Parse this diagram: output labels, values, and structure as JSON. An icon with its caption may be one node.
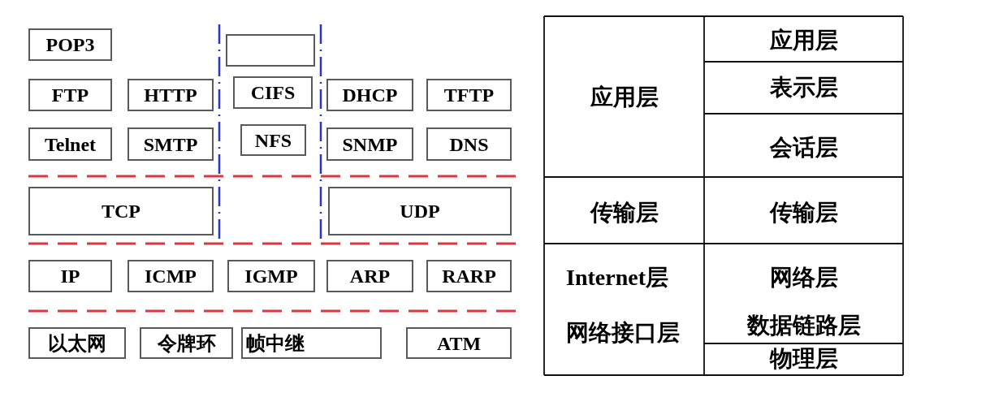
{
  "diagram": {
    "nodes": [
      {
        "text": [
          "POP3"
        ]
      },
      {
        "text": [],
        "shape": "box"
      },
      {
        "text": [
          "FTP"
        ]
      },
      {
        "text": [
          "HTTP"
        ]
      },
      {
        "text": [
          "CIFS"
        ]
      },
      {
        "text": [
          "DHCP"
        ]
      },
      {
        "text": [
          "TFTP"
        ]
      },
      {
        "text": [
          "Telnet"
        ]
      },
      {
        "text": [
          "SMTP"
        ]
      },
      {
        "text": [
          "NFS"
        ]
      },
      {
        "text": [
          "SNMP"
        ]
      },
      {
        "text": [
          "DNS"
        ]
      },
      {
        "text": [
          "TCP"
        ]
      },
      {
        "text": [
          "UDP"
        ]
      },
      {
        "text": [
          "IP"
        ]
      },
      {
        "text": [
          "ICMP"
        ]
      },
      {
        "text": [
          "IGMP"
        ]
      },
      {
        "text": [
          "ARP"
        ]
      },
      {
        "text": [
          "RARP"
        ]
      },
      {
        "text": [
          "以太网"
        ]
      },
      {
        "text": [
          "令牌环"
        ]
      },
      {
        "text": [
          "帧中继"
        ]
      },
      {
        "text": [
          "ATM"
        ]
      }
    ],
    "labels": [
      "应用层",
      "应用层",
      "表示层",
      "会话层",
      "传输层",
      "传输层",
      "Internet层",
      "网络层",
      "网络接口层",
      "数据链路层",
      "物理层"
    ]
  }
}
